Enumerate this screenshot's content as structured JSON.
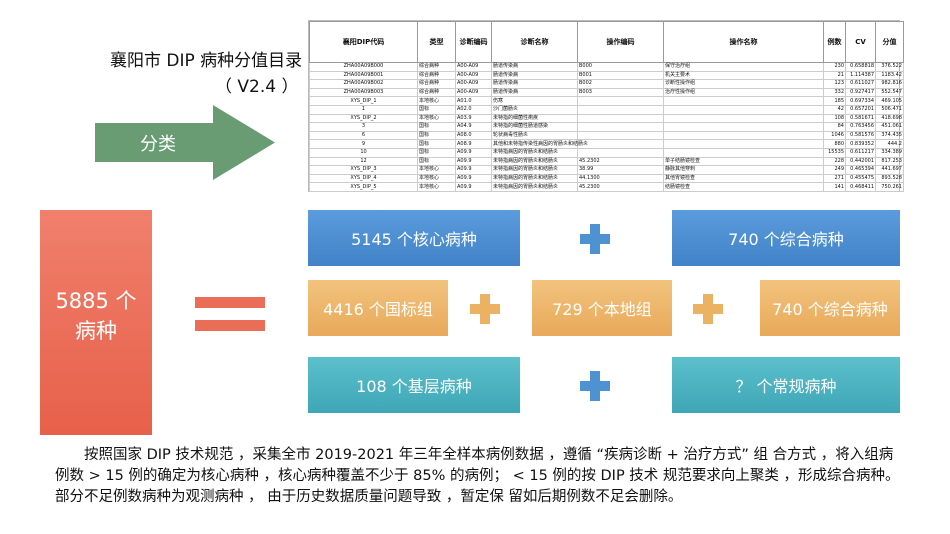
{
  "title": "襄阳市 DIP 病种分值目录",
  "subtitle": "（ V2.4 ）",
  "arrow_label": "分类",
  "sheet": {
    "headers": [
      "襄阳DIP代码",
      "类型",
      "诊断编码",
      "诊断名称",
      "操作编码",
      "操作名称",
      "例数",
      "CV",
      "分值"
    ],
    "rows": [
      [
        "ZHA00A09B000",
        "综合病种",
        "A00-A09",
        "肠道传染病",
        "B000",
        "保守治疗组",
        "230",
        "0.658818",
        "376.522"
      ],
      [
        "ZHA00A09B001",
        "综合病种",
        "A00-A09",
        "肠道传染病",
        "B001",
        "机关主要术",
        "21",
        "1.114387",
        "1183.42"
      ],
      [
        "ZHA00A09B002",
        "综合病种",
        "A00-A09",
        "肠道传染病",
        "B002",
        "诊断性操作组",
        "123",
        "0.611027",
        "982.816"
      ],
      [
        "ZHA00A09B003",
        "综合病种",
        "A00-A09",
        "肠道传染病",
        "B003",
        "治疗性操作组",
        "332",
        "0.927417",
        "552.547"
      ],
      [
        "XYS_DIP_1",
        "本地核心",
        "A01.0",
        "伤寒",
        "",
        "",
        "185",
        "0.697334",
        "469.105"
      ],
      [
        "1",
        "国标",
        "A02.0",
        "沙门菌肠炎",
        "",
        "",
        "42",
        "0.657201",
        "506.471"
      ],
      [
        "XYS_DIP_2",
        "本地核心",
        "A03.9",
        "未特指的细菌性痢疾",
        "",
        "",
        "108",
        "0.581671",
        "418.698"
      ],
      [
        "3",
        "国标",
        "A04.9",
        "未特指的细菌性肠道感染",
        "",
        "",
        "84",
        "0.763456",
        "451.061"
      ],
      [
        "6",
        "国标",
        "A08.0",
        "轮状病毒性肠炎",
        "",
        "",
        "1046",
        "0.581576",
        "374.435"
      ],
      [
        "9",
        "国标",
        "A08.9",
        "其他和未特指传染性病因的胃肠炎和结肠炎",
        "",
        "",
        "880",
        "0.839352",
        "444.2"
      ],
      [
        "10",
        "国标",
        "A09.9",
        "未特指病因的胃肠炎和结肠炎",
        "",
        "",
        "15535",
        "0.611217",
        "334.389"
      ],
      [
        "12",
        "国标",
        "A09.9",
        "未特指病因的胃肠炎和结肠炎",
        "45.2302",
        "单子结肠镜检查",
        "228",
        "0.442001",
        "817.253"
      ],
      [
        "XYS_DIP_3",
        "本地核心",
        "A09.9",
        "未特指病因的胃肠炎和结肠炎",
        "38.99",
        "静脉其他穿刺",
        "249",
        "0.465394",
        "441.697"
      ],
      [
        "XYS_DIP_4",
        "本地核心",
        "A09.9",
        "未特指病因的胃肠炎和结肠炎",
        "44.1300",
        "其他胃镜检查",
        "271",
        "0.455475",
        "893.528"
      ],
      [
        "XYS_DIP_5",
        "本地核心",
        "A09.9",
        "未特指病因的胃肠炎和结肠炎",
        "45.2300",
        "结肠镜检查",
        "141",
        "0.468411",
        "750.261"
      ]
    ]
  },
  "total": {
    "line1": "5885 个",
    "line2": "病种"
  },
  "row1": {
    "left": "5145 个核心病种",
    "right": "740 个综合病种"
  },
  "row2": {
    "a": "4416 个国标组",
    "b": "729 个本地组",
    "c": "740 个综合病种"
  },
  "row3": {
    "left": "108 个基层病种",
    "right": "？  个常规病种"
  },
  "paragraph": "按照国家 DIP 技术规范 ，采集全市 2019-2021 年三年全样本病例数据 ，遵循 “疾病诊断 + 治疗方式” 组 合方式 ，将入组病例数 > 15 例的确定为核心病种 ，核心病种覆盖不少于 85% 的病例； < 15 例的按 DIP 技术 规范要求向上聚类 ，形成综合病种。 部分不足例数病种为观测病种 ， 由于历史数据质量问题导致 ，暂定保 留如后期例数不足会删除。"
}
